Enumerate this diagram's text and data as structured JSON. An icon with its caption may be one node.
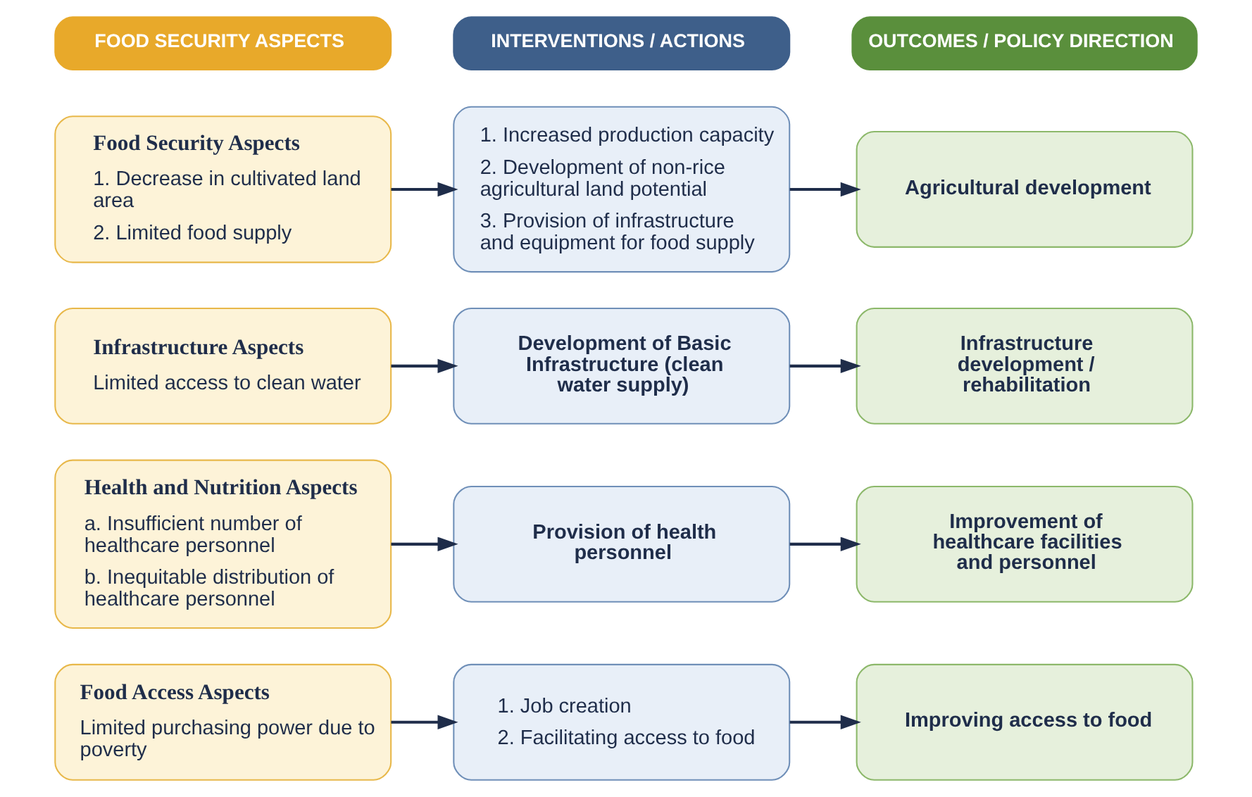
{
  "diagram": {
    "nodes": [
      {
        "text": [
          "FOOD SECURITY ASPECTS"
        ]
      },
      {
        "text": [
          "INTERVENTIONS / ACTIONS"
        ]
      },
      {
        "text": [
          "OUTCOMES / POLICY DIRECTION"
        ]
      },
      {
        "text": [
          "Food Security Aspects",
          "1. Decrease in cultivated land area",
          "2. Limited food supply"
        ]
      },
      {
        "text": [
          "1. Increased production capacity",
          "2. Development of non-rice agricultural land potential",
          "3. Provision of infrastructure and equipment for food supply"
        ]
      },
      {
        "text": [
          "Agricultural development"
        ]
      },
      {
        "text": [
          "Infrastructure Aspects",
          "Limited access to clean water"
        ]
      },
      {
        "text": [
          "Development of Basic Infrastructure (clean water supply)"
        ]
      },
      {
        "text": [
          "Infrastructure development / rehabilitation"
        ]
      },
      {
        "text": [
          "Health and Nutrition Aspects",
          "a. Insufficient number of healthcare personnel",
          "b. Inequitable distribution of healthcare personnel"
        ]
      },
      {
        "text": [
          "Provision of health personnel"
        ]
      },
      {
        "text": [
          "Improvement of healthcare facilities and personnel"
        ]
      },
      {
        "text": [
          "Food Access Aspects",
          "Limited purchasing power due to poverty"
        ]
      },
      {
        "text": [
          "1. Job creation",
          "2. Facilitating access to food"
        ]
      },
      {
        "text": [
          "Improving access to food"
        ]
      }
    ],
    "edges": [
      {
        "from": 3,
        "to": 4,
        "arrow": "to"
      },
      {
        "from": 4,
        "to": 5,
        "arrow": "to"
      },
      {
        "from": 6,
        "to": 7,
        "arrow": "to"
      },
      {
        "from": 7,
        "to": 8,
        "arrow": "to"
      },
      {
        "from": 9,
        "to": 10,
        "arrow": "to"
      },
      {
        "from": 10,
        "to": 11,
        "arrow": "to"
      },
      {
        "from": 12,
        "to": 13,
        "arrow": "to"
      },
      {
        "from": 13,
        "to": 14,
        "arrow": "to"
      }
    ]
  }
}
